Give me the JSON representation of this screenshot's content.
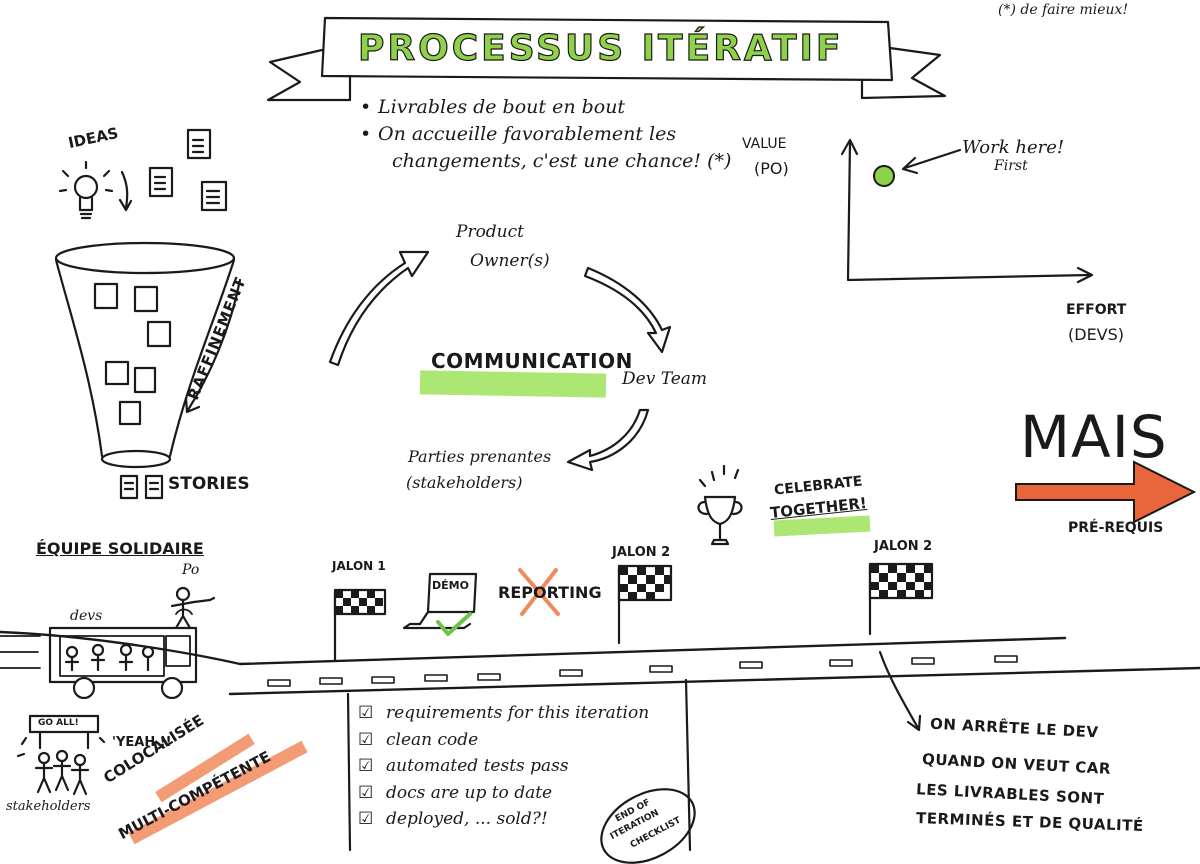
{
  "title": "PROCESSUS ITÉRATIF",
  "footnote": "(*) de faire mieux!",
  "bullets": [
    "Livrables de bout en bout",
    "On accueille favorablement les",
    "changements, c'est une chance! (*)"
  ],
  "funnel": {
    "ideas": "IDEAS",
    "refinement": "RAFFINEMENT",
    "stories": "STORIES"
  },
  "cycle": {
    "product_owner_1": "Product",
    "product_owner_2": "Owner(s)",
    "communication": "COMMUNICATION",
    "dev_team": "Dev Team",
    "stakeholders_1": "Parties prenantes",
    "stakeholders_2": "(stakeholders)"
  },
  "value_chart": {
    "y_label_1": "VALUE",
    "y_label_2": "(PO)",
    "x_label_1": "EFFORT",
    "x_label_2": "(DEVS)",
    "note_1": "Work here!",
    "note_2": "First",
    "point_color": "#8fd14a"
  },
  "mais": {
    "word": "MAIS",
    "prereq": "PRÉ-REQUIS",
    "arrow_color": "#e8663a"
  },
  "team": {
    "title": "ÉQUIPE SOLIDAIRE",
    "po": "Po",
    "devs": "devs",
    "sign": "GO ALL!",
    "yeah": "'YEAH !!",
    "stakeholders": "stakeholders",
    "colocated": "COLOCALISÉE",
    "multi": "MULTI-COMPÉTENTE"
  },
  "milestones": {
    "jalon1": "JALON 1",
    "jalon2a": "JALON 2",
    "jalon2b": "JALON 2",
    "demo": "DÉMO",
    "reporting": "REPORTING",
    "celebrate_1": "CELEBRATE",
    "celebrate_2": "TOGETHER!"
  },
  "checklist": {
    "items": [
      "requirements for this iteration",
      "clean code",
      "automated tests pass",
      "docs are up to date",
      "deployed, ... sold?!"
    ],
    "stamp_1": "END OF",
    "stamp_2": "ITERATION",
    "stamp_3": "CHECKLIST"
  },
  "stop_note": [
    "ON ARRÊTE LE DEV",
    "QUAND ON VEUT CAR",
    "LES LIVRABLES SONT",
    "TERMINÉS ET DE QUALITÉ"
  ],
  "colors": {
    "green": "#9ee25a",
    "orange": "#f08a5d",
    "ink": "#1a1a1a"
  }
}
